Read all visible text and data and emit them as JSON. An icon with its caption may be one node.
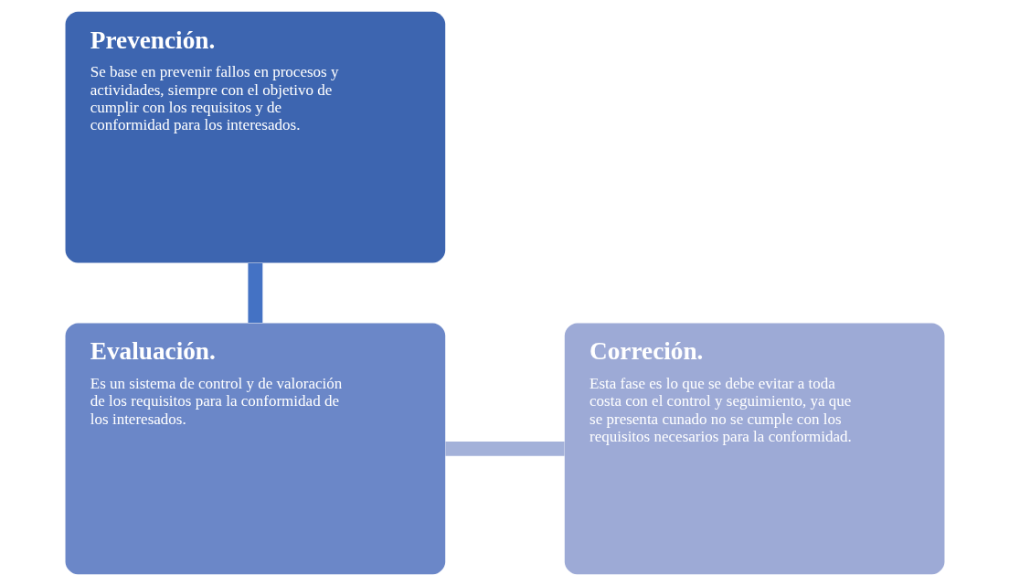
{
  "diagram": {
    "nodes": [
      {
        "text": [
          "Prevención.",
          "Se base en prevenir fallos en procesos y actividades, siempre con el objetivo de cumplir con los requisitos y de conformidad para los interesados."
        ]
      },
      {
        "text": [
          "Evaluación.",
          "Es un sistema de control y de valoración de los requisitos para la conformidad de los interesados."
        ]
      },
      {
        "text": [
          "Correción.",
          "Esta fase es lo que se debe evitar a toda costa con el control y seguimiento, ya que se presenta cunado no se cumple con los requisitos necesarios para la conformidad."
        ]
      }
    ],
    "edges": [
      {
        "from": 0,
        "to": 1,
        "arrow": "none",
        "color": "#4472c4"
      },
      {
        "from": 1,
        "to": 2,
        "arrow": "none",
        "color": "#a3b1d9"
      }
    ]
  }
}
